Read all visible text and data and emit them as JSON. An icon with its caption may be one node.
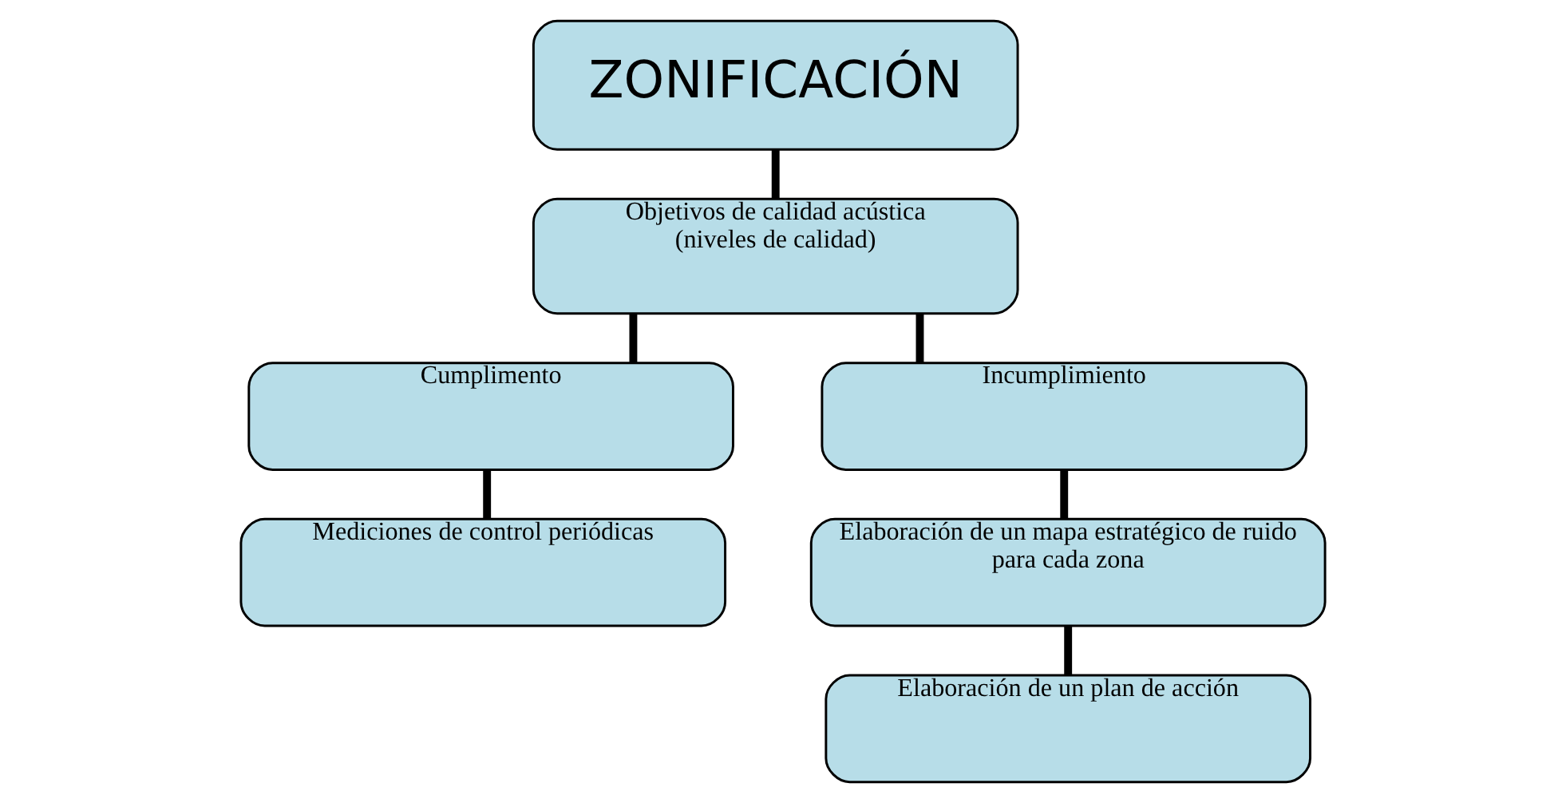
{
  "diagram": {
    "nodes": [
      {
        "text": [
          "ZONIFICACIÓN"
        ]
      },
      {
        "text": [
          "Objetivos de calidad acústica (niveles de calidad)"
        ]
      },
      {
        "text": [
          "Cumplimento"
        ]
      },
      {
        "text": [
          "Incumplimiento"
        ]
      },
      {
        "text": [
          "Mediciones de control periódicas"
        ]
      },
      {
        "text": [
          "Elaboración de un mapa estratégico de ruido para cada zona"
        ]
      },
      {
        "text": [
          "Elaboración de un plan de acción"
        ]
      }
    ],
    "edges": [
      {
        "from": 0,
        "to": 1,
        "arrow": "none"
      },
      {
        "from": 1,
        "to": 2,
        "arrow": "none"
      },
      {
        "from": 1,
        "to": 3,
        "arrow": "none"
      },
      {
        "from": 2,
        "to": 4,
        "arrow": "none"
      },
      {
        "from": 3,
        "to": 5,
        "arrow": "none"
      },
      {
        "from": 5,
        "to": 6,
        "arrow": "none"
      }
    ]
  }
}
